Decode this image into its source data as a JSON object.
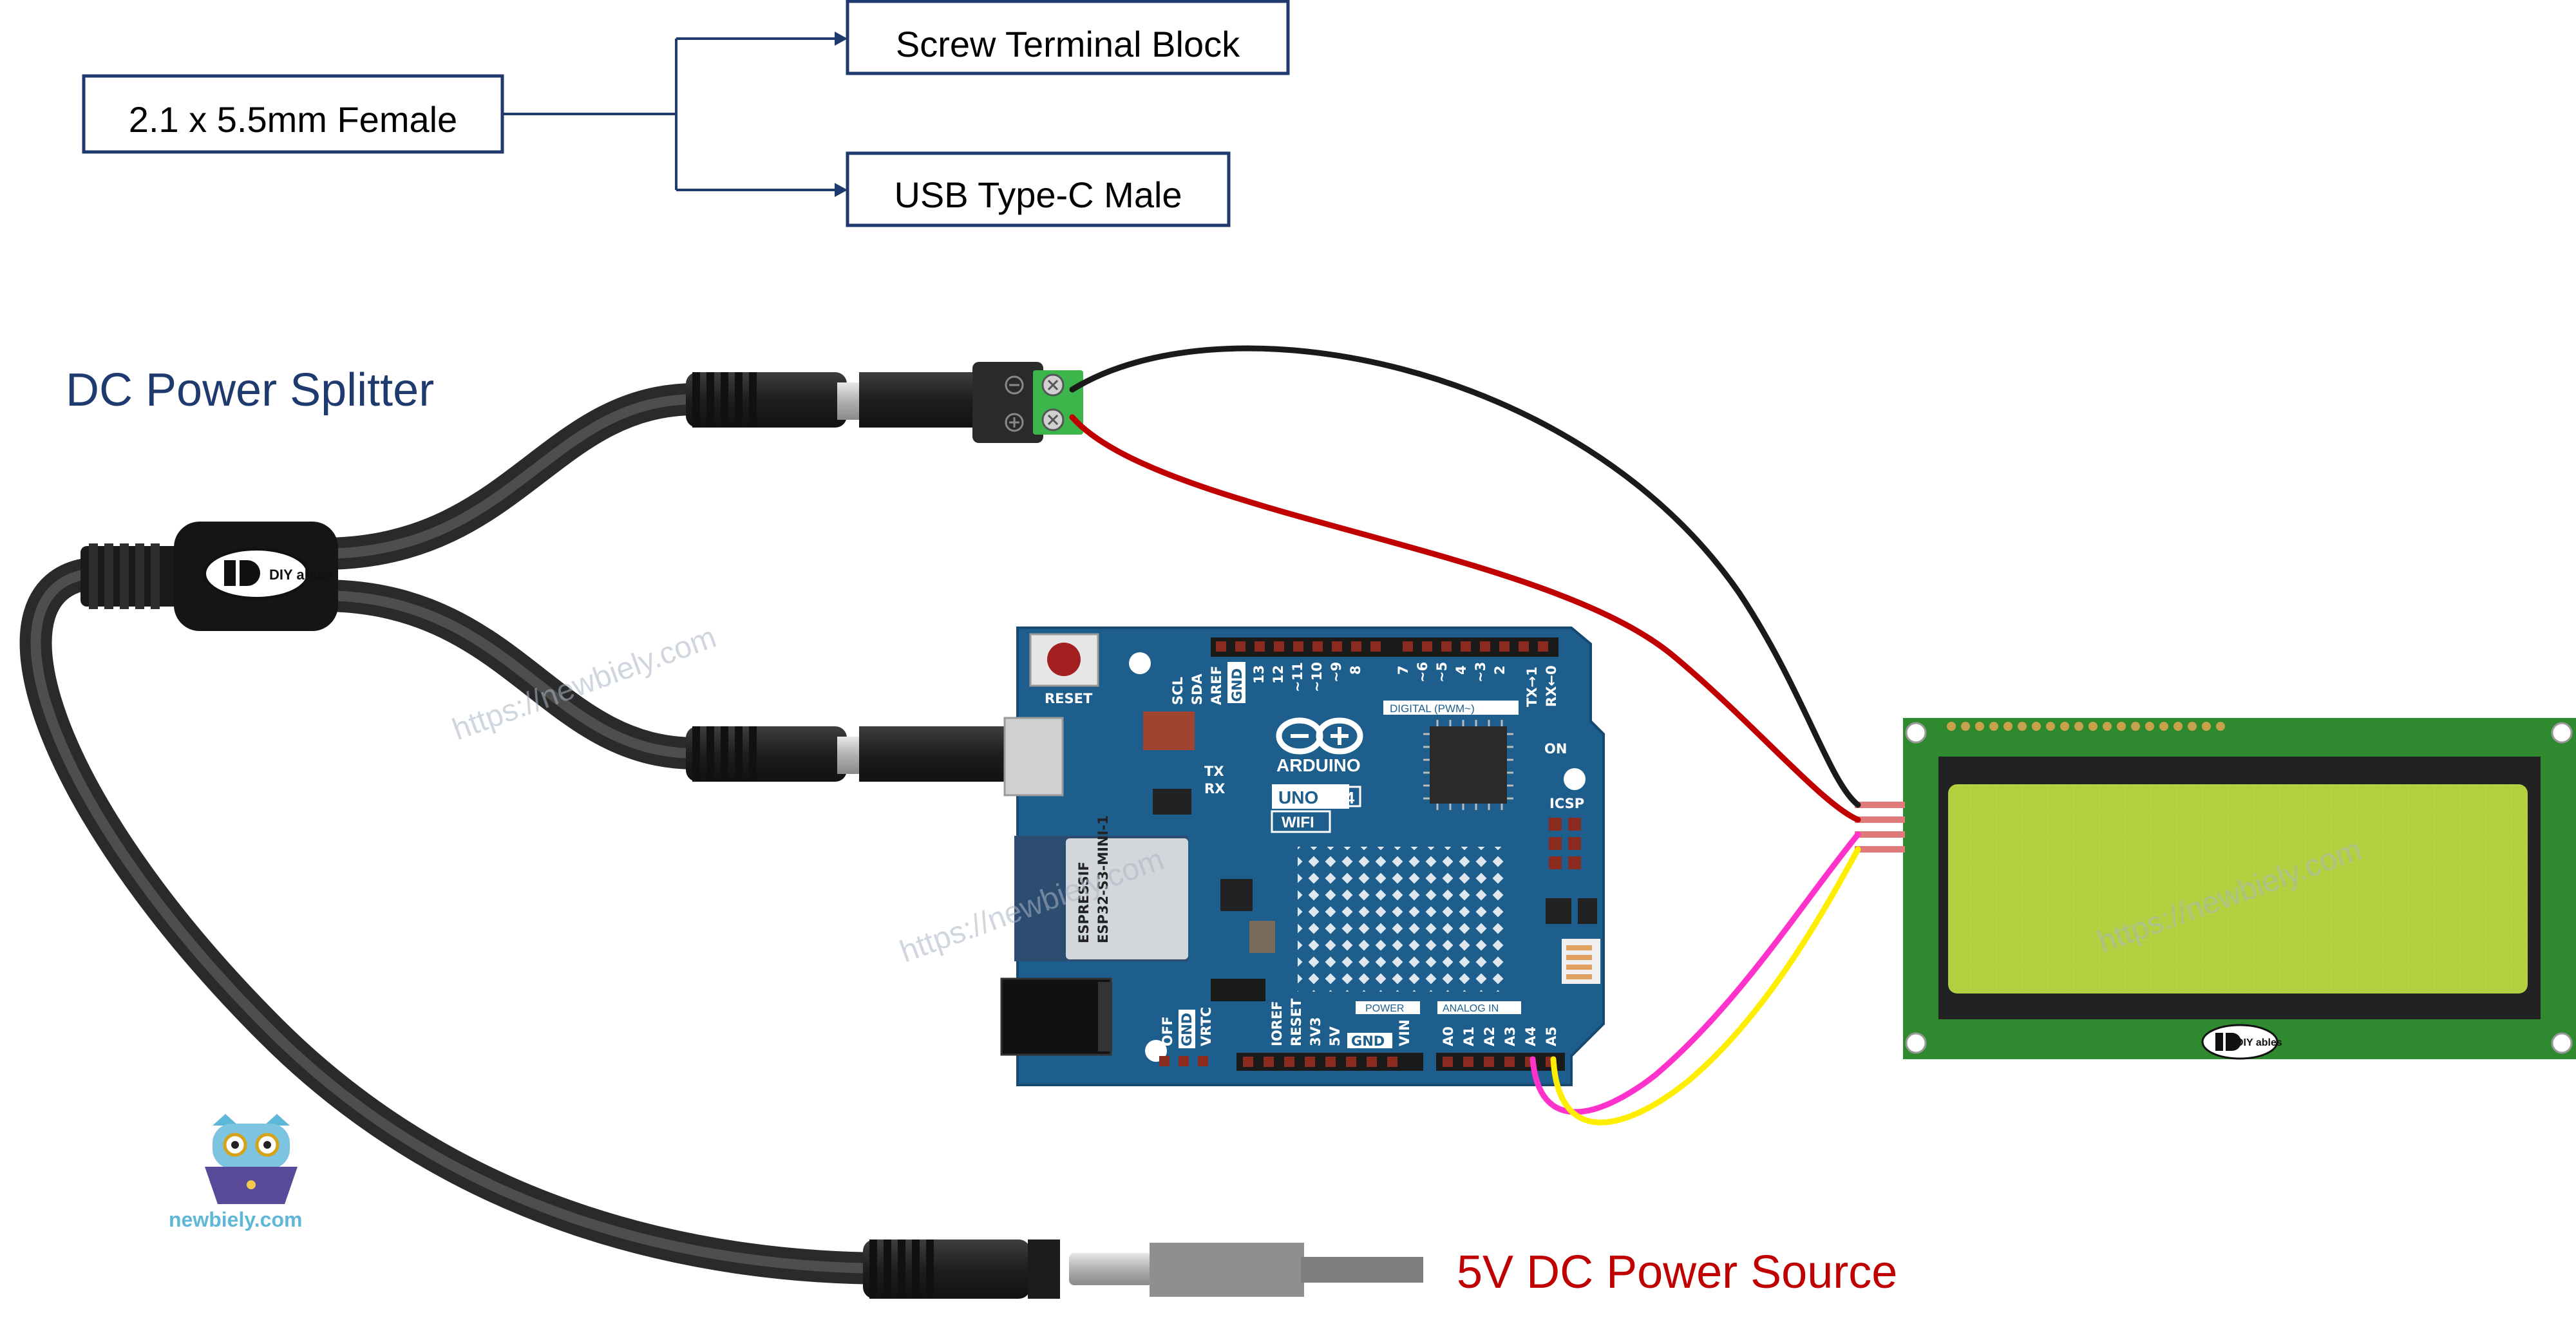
{
  "splitter_diagram": {
    "input_label": "2.1 x 5.5mm Female",
    "output_top_label": "Screw Terminal Block",
    "output_bottom_label": "USB Type-C Male"
  },
  "labels": {
    "dc_power_splitter": "DC Power Splitter",
    "power_source": "5V DC Power Source",
    "watermark": "https://newbiely.com",
    "newbiely_brand": "newbiely.com"
  },
  "board": {
    "reset_label": "RESET",
    "brand": "ARDUINO",
    "model": "UNO",
    "revision": "R4",
    "variant": "WIFI",
    "module_vendor": "ESPRESSIF",
    "module_name": "ESP32-S3-MINI-1",
    "digital_header_label": "DIGITAL (PWM~)",
    "power_header_label": "POWER",
    "analog_header_label": "ANALOG IN",
    "icsp_label": "ICSP",
    "on_label": "ON",
    "tx_label": "TX",
    "rx_label": "RX",
    "top_pins": [
      "SCL",
      "SDA",
      "AREF",
      "GND",
      "13",
      "12",
      "~11",
      "~10",
      "~9",
      "8",
      "7",
      "~6",
      "~5",
      "4",
      "~3",
      "2",
      "TX→1",
      "RX←0"
    ],
    "bottom_left_pins": [
      "OFF",
      "GND",
      "VRTC"
    ],
    "power_pins": [
      "IOREF",
      "RESET",
      "3V3",
      "5V",
      "GND",
      "VIN"
    ],
    "analog_pins": [
      "A0",
      "A1",
      "A2",
      "A3",
      "A4",
      "A5"
    ]
  },
  "lcd": {
    "brand_badge": "DIY ables"
  },
  "splitter": {
    "brand_badge": "DIY ables"
  },
  "colors": {
    "board_blue": "#1d5e8c",
    "box_border": "#1f3a6e",
    "title_blue": "#1f3a6e",
    "power_red": "#c00000",
    "wire_black": "#1a1a1a",
    "wire_red": "#c00000",
    "wire_pink": "#ff33cc",
    "wire_yellow": "#ffee00",
    "lcd_pcb": "#2f8a2f",
    "lcd_screen": "#b5d341",
    "terminal_green": "#3cb54a"
  }
}
